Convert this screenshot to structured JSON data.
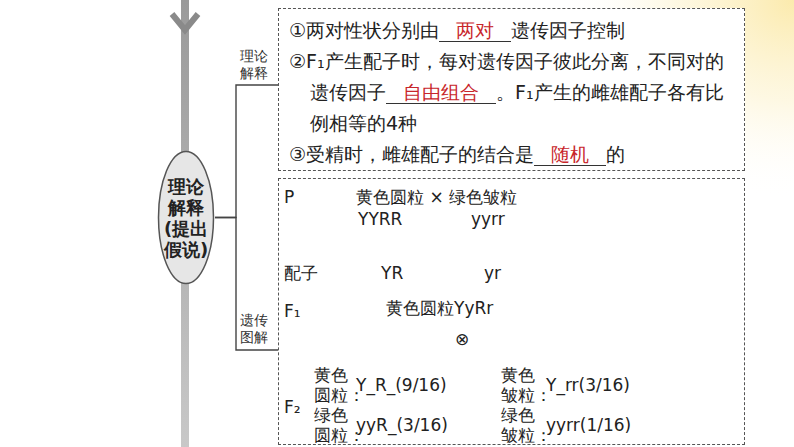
{
  "diagram": {
    "nodes": [
      {
        "text": [
          "理论解释(提出假说)"
        ]
      },
      {
        "text": [
          "①两对性状分别由",
          "两对",
          "遗传因子控制",
          "②F₁产生配子时，每对遗传因子彼此分离，不同对的遗传因子",
          "自由组合",
          "。F₁产生的雌雄配子各有比例相等的4种",
          "③受精时，雌雄配子的结合是",
          "随机",
          "的"
        ]
      },
      {
        "text": [
          "P",
          "黄色圆粒 × 绿色皱粒",
          "YYRR",
          "yyrr",
          "配子",
          "YR",
          "yr",
          "F₁",
          "黄色圆粒YyRr",
          "⊗",
          "F₂",
          "黄色",
          "圆粒：",
          "Y_R_(9/16)",
          "黄色",
          "皱粒：",
          "Y_rr(3/16)",
          "绿色",
          "圆粒：",
          "yyR_(3/16)",
          "绿色",
          "皱粒：",
          "yyrr(1/16)"
        ]
      }
    ],
    "edges": [
      {
        "from": 0,
        "to": 1,
        "arrow": "none",
        "label": "理论解释"
      },
      {
        "from": 0,
        "to": 2,
        "arrow": "none",
        "label": "遗传图解"
      }
    ]
  }
}
